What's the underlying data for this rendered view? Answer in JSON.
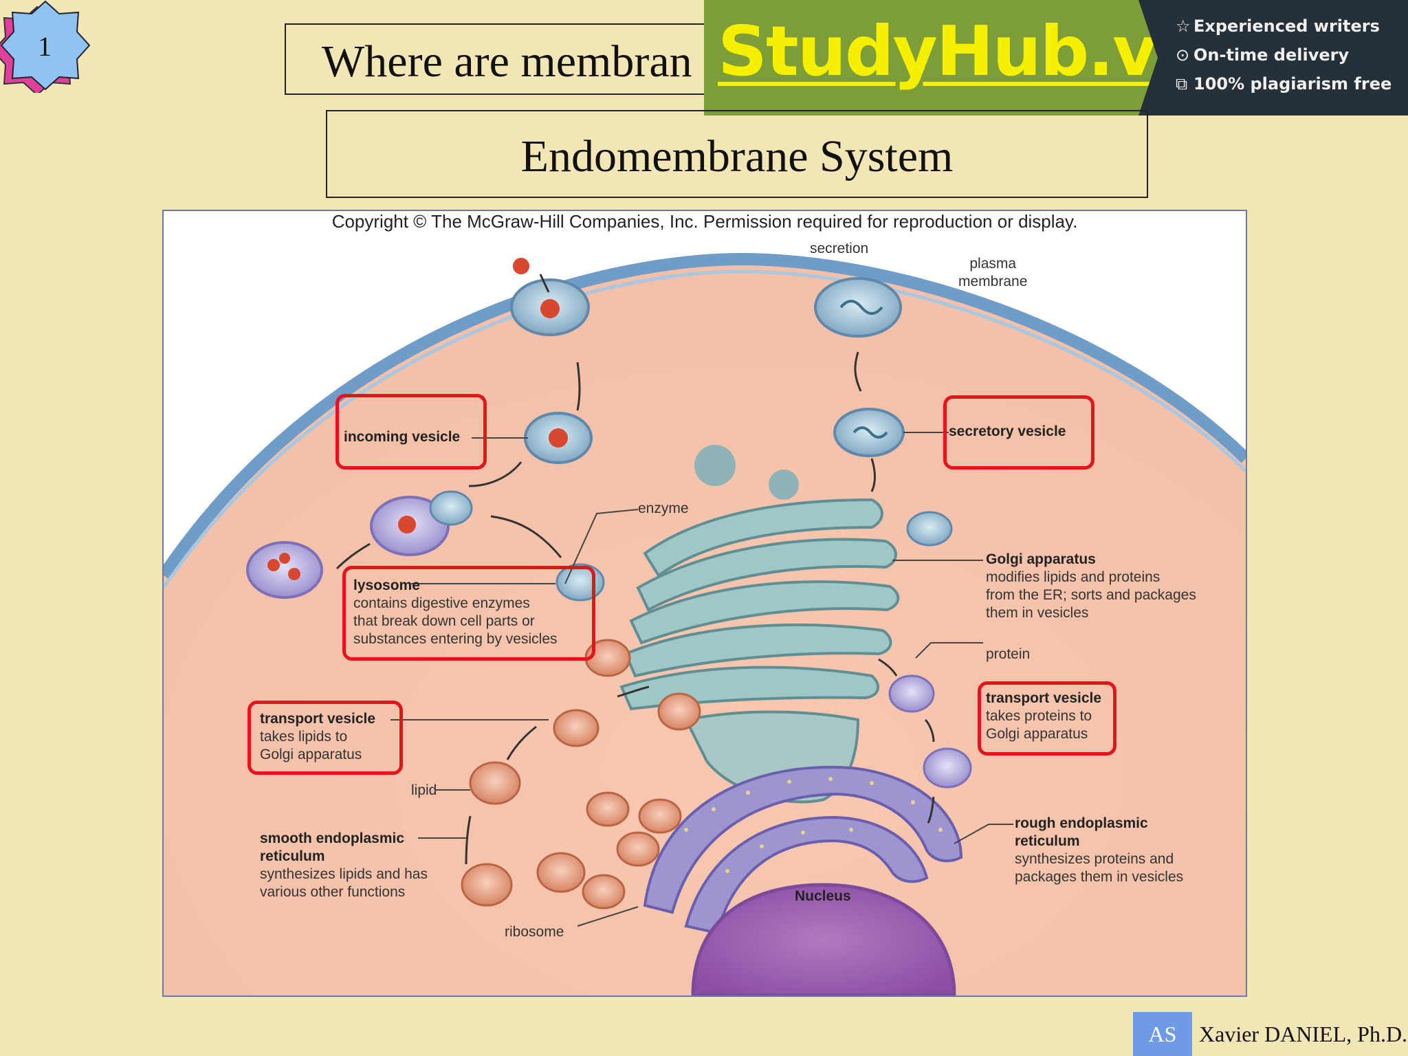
{
  "slide": {
    "number": "1"
  },
  "title": "Where are membran",
  "subtitle": "Endomembrane System",
  "banner": {
    "brand": "StudyHub.vip",
    "features": [
      {
        "icon": "star-icon",
        "label": "Experienced writers"
      },
      {
        "icon": "clock-icon",
        "label": "On-time delivery"
      },
      {
        "icon": "copy-icon",
        "label": "100% plagiarism free"
      }
    ]
  },
  "diagram": {
    "copyright": "Copyright © The McGraw-Hill Companies, Inc. Permission required for reproduction or display.",
    "labels": {
      "secretion": "secretion",
      "plasma_membrane": [
        "plasma",
        "membrane"
      ],
      "incoming_vesicle": "incoming vesicle",
      "secretory_vesicle": "secretory vesicle",
      "enzyme": "enzyme",
      "lysosome": {
        "title": "lysosome",
        "desc": [
          "contains digestive enzymes",
          "that break down cell parts or",
          "substances entering by vesicles"
        ]
      },
      "golgi": {
        "title": "Golgi apparatus",
        "desc": [
          "modifies lipids and proteins",
          "from the ER; sorts and packages",
          "them in vesicles"
        ]
      },
      "protein": "protein",
      "transport_vesicle_left": {
        "title": "transport vesicle",
        "desc": [
          "takes lipids to",
          "Golgi apparatus"
        ]
      },
      "transport_vesicle_right": {
        "title": "transport vesicle",
        "desc": [
          "takes proteins to",
          "Golgi apparatus"
        ]
      },
      "lipid": "lipid",
      "smooth_er": {
        "title": [
          "smooth endoplasmic",
          "reticulum"
        ],
        "desc": [
          "synthesizes lipids and has",
          "various other functions"
        ]
      },
      "rough_er": {
        "title": [
          "rough endoplasmic",
          "reticulum"
        ],
        "desc": [
          "synthesizes proteins and",
          "packages them in vesicles"
        ]
      },
      "nucleus": "Nucleus",
      "ribosome": "ribosome"
    }
  },
  "footer": {
    "badge": "AS",
    "author": "Xavier DANIEL, Ph.D."
  },
  "colors": {
    "background": "#f3e6b6",
    "highlight": "#e8121b",
    "banner_green": "#7d9d38",
    "banner_dark": "#263038"
  }
}
